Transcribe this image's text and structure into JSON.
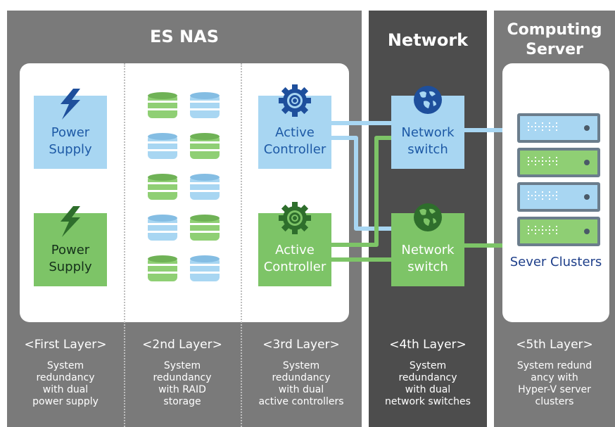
{
  "nas": {
    "title": "ES NAS",
    "power_supply_top": [
      "Power",
      "Supply"
    ],
    "power_supply_bottom": [
      "Power",
      "Supply"
    ],
    "controller_top": [
      "Active",
      "Controller"
    ],
    "controller_bottom": [
      "Active",
      "Controller"
    ]
  },
  "network": {
    "title": "Network",
    "switch_top": [
      "Network",
      "switch"
    ],
    "switch_bottom": [
      "Network",
      "switch"
    ]
  },
  "computing": {
    "title": [
      "Computing",
      "Server"
    ],
    "clusters_label": "Sever Clusters"
  },
  "layers": [
    {
      "label": "<First Layer>",
      "desc": [
        "System",
        "redundancy",
        "with dual",
        "power supply"
      ]
    },
    {
      "label": "<2nd Layer>",
      "desc": [
        "System",
        "redundancy",
        "with RAID",
        "storage"
      ]
    },
    {
      "label": "<3rd Layer>",
      "desc": [
        "System",
        "redundancy",
        "with dual",
        "active controllers"
      ]
    },
    {
      "label": "<4th Layer>",
      "desc": [
        "System",
        "redundancy",
        "with dual",
        "network switches"
      ]
    },
    {
      "label": "<5th Layer>",
      "desc": [
        "System redund",
        "ancy with",
        "Hyper-V server",
        "clusters"
      ]
    }
  ],
  "icons": {
    "power": "lightning-bolt-icon",
    "controller": "gear-target-icon",
    "switch": "globe-icon",
    "disk": "database-disk-icon",
    "server": "server-rack-icon"
  },
  "colors": {
    "blue": "#a8d6f2",
    "green": "#7dc467",
    "dark_blue": "#1e5aa6",
    "bolt_blue": "#1e4f9c",
    "bolt_green": "#2e6e2c",
    "panel_gray": "#7a7a7a",
    "network_gray": "#4d4d4d"
  }
}
